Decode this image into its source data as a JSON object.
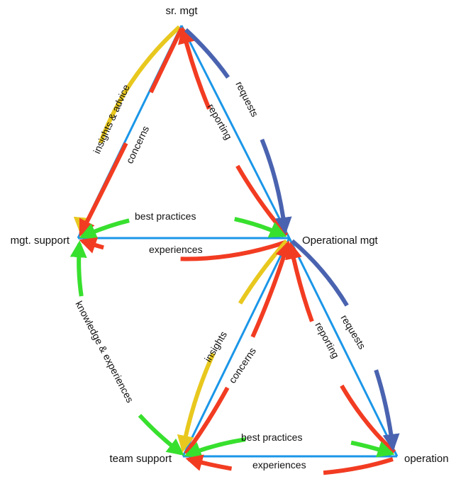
{
  "colors": {
    "blue": "#1a96e8",
    "red": "#f23c22",
    "green": "#38e02e",
    "yellow": "#e8c81e",
    "navy": "#4a63b0"
  },
  "nodes": {
    "sr_mgt": "sr. mgt",
    "mgt_support": "mgt. support",
    "operational_mgt": "Operational mgt",
    "team_support": "team support",
    "operation": "operation"
  },
  "edges": {
    "insights_advice": "insights & advice",
    "concerns_top": "concerns",
    "reporting_top": "reporting",
    "requests_top": "requests",
    "best_practices_top": "best practices",
    "experiences_top": "experiences",
    "knowledge_experiences": "knowledge & experiences",
    "insights": "insights",
    "concerns_bottom": "concerns",
    "reporting_bottom": "reporting",
    "requests_bottom": "requests",
    "best_practices_bottom": "best practices",
    "experiences_bottom": "experiences"
  }
}
